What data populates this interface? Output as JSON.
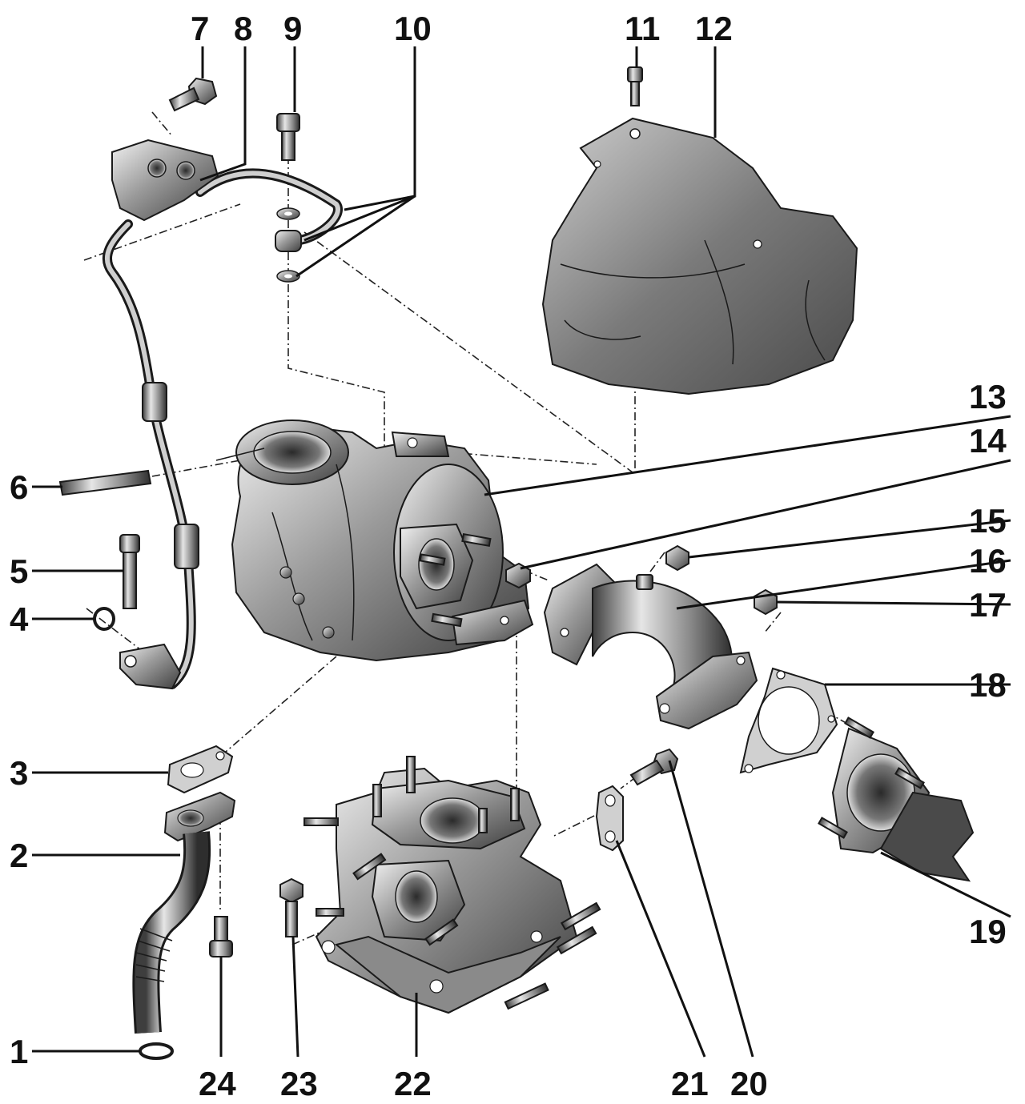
{
  "callouts": [
    "1",
    "2",
    "3",
    "4",
    "5",
    "6",
    "7",
    "8",
    "9",
    "10",
    "11",
    "12",
    "13",
    "14",
    "15",
    "16",
    "17",
    "18",
    "19",
    "20",
    "21",
    "22",
    "23",
    "24"
  ],
  "colors": {
    "ink": "#111111",
    "metal_dark": "#4a4a4a",
    "metal_mid": "#8c8c8c",
    "metal_light": "#d9d9d9",
    "shield": "#6e6e6e"
  }
}
